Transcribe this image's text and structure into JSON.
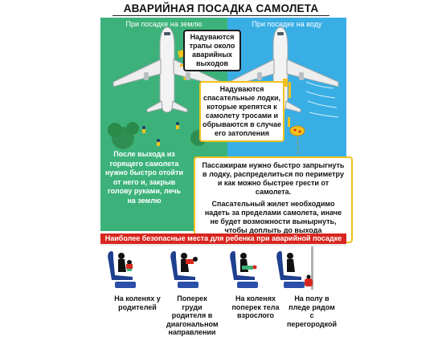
{
  "title": "АВАРИЙНАЯ ПОСАДКА САМОЛЕТА",
  "panels": {
    "ground_label": "При посадке на землю",
    "water_label": "При посадке на воду"
  },
  "callouts": {
    "ramps": "Надуваются трапы около аварийных выходов",
    "boats": "Надуваются спасательные лодки, которые крепятся к самолету тросами и обрываются в случае его затопления",
    "passengers_1": "Пассажирам нужно быстро запрыгнуть в лодку, распределиться по периметру и как можно быстрее грести от самолета.",
    "passengers_2": "Спасательный жилет необходимо надеть за пределами самолета, иначе не будет возможности вынырнуть, чтобы доплыть до выхода",
    "ground_advice": "После выхода из горящего самолета нужно быстро отойти от него и, закрыв голову руками, лечь на землю"
  },
  "banner": "Наиболее безопасные места для ребенка при аварийной посадке",
  "seats": [
    {
      "caption": "На коленях у родителей"
    },
    {
      "caption": "Поперек груди родителя в диагональном направлении"
    },
    {
      "caption": "На коленях поперек тела взрослого"
    },
    {
      "caption": "На полу в пледе рядом с перегородкой"
    }
  ],
  "colors": {
    "ground": "#3cb27a",
    "water": "#39aee5",
    "accent": "#f2c21c",
    "banner": "#d8261e",
    "seat": "#1f3f8f"
  }
}
